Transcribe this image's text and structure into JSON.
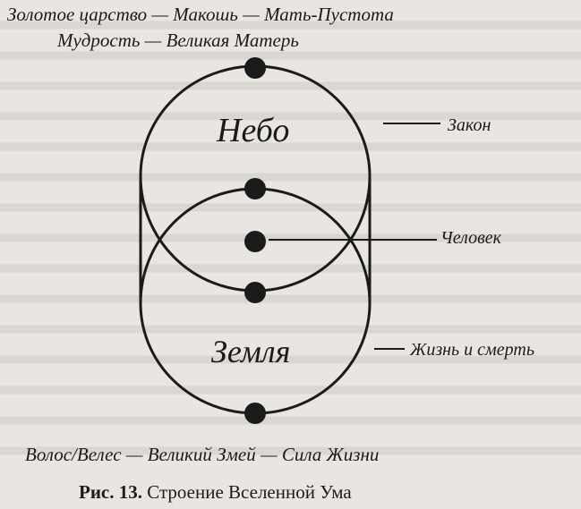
{
  "labels": {
    "top_line1": "Золотое царство — Макошь — Мать-Пустота",
    "top_line2": "Мудрость — Великая Матерь",
    "sky": "Небо",
    "earth": "Земля",
    "law": "Закон",
    "human": "Человек",
    "life_death": "Жизнь и смерть",
    "bottom_line": "Волос/Велес — Великий Змей — Сила Жизни"
  },
  "caption": {
    "number": "Рис. 13.",
    "text": "Строение Вселенной Ума"
  },
  "colors": {
    "paper": "#e9e6e1",
    "ink": "#1b1b1b"
  }
}
